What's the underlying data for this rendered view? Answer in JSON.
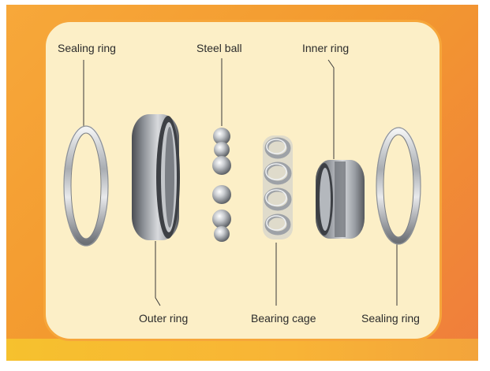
{
  "labels": {
    "sealing_ring_left": "Sealing ring",
    "steel_ball": "Steel ball",
    "inner_ring": "Inner ring",
    "outer_ring": "Outer ring",
    "bearing_cage": "Bearing cage",
    "sealing_ring_right": "Sealing ring"
  },
  "colors": {
    "background_orange": "#f39a2f",
    "panel": "#fcefc7",
    "panel_border": "#f6a63a",
    "text": "#2b2b2b",
    "metal": "#b9bcc0"
  },
  "icons": [
    "sealing-ring-icon",
    "outer-ring-icon",
    "steel-ball-icon",
    "bearing-cage-icon",
    "inner-ring-icon"
  ]
}
